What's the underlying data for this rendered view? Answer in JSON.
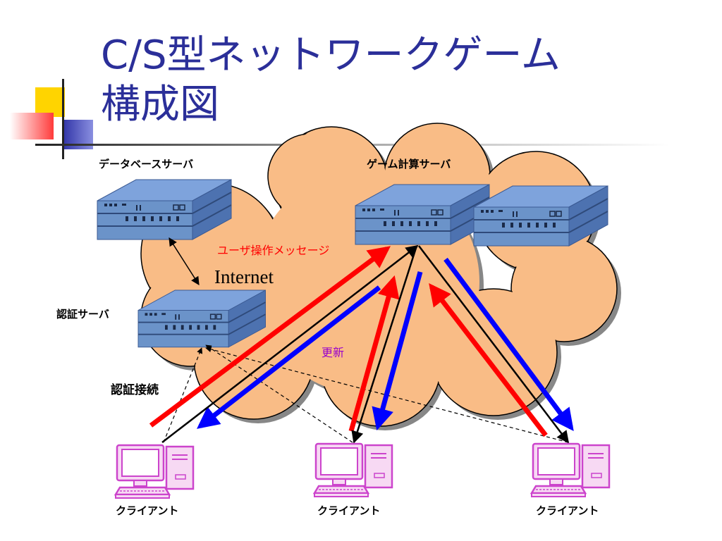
{
  "slide": {
    "title_line1": "C/S型ネットワークゲーム",
    "title_line2": "構成図"
  },
  "labels": {
    "database_server": "データベースサーバ",
    "game_server": "ゲーム計算サーバ",
    "auth_server": "認証サーバ",
    "auth_connection": "認証接続",
    "internet": "Internet",
    "user_operation_message": "ユーザ操作メッセージ",
    "update": "更新",
    "client": "クライアント"
  },
  "colors": {
    "title": "#2b2f99",
    "cloud_fill": "#f9bc86",
    "server_blue": "#6b93c9",
    "client_pink": "#cc44cc",
    "message_arrow": "#ff0000",
    "update_arrow": "#0000ff",
    "update_text": "#9900cc"
  }
}
